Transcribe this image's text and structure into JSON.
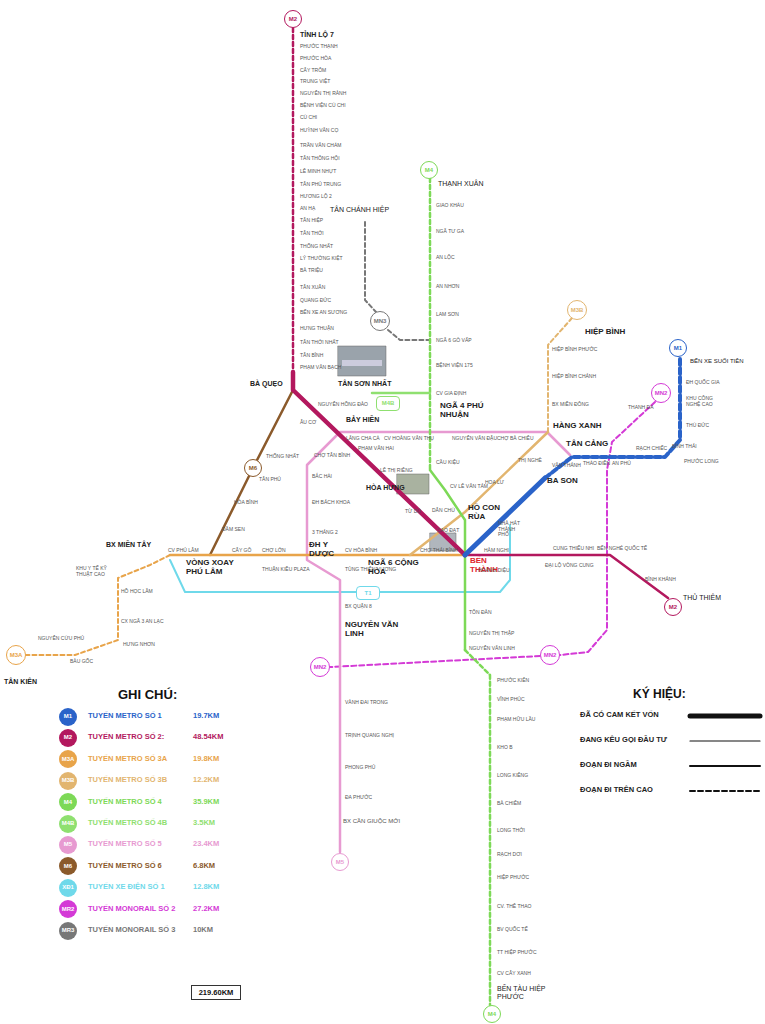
{
  "diagram": {
    "nodes": [
      {
        "text": [
          "M2"
        ]
      },
      {
        "text": [
          "M4"
        ]
      },
      {
        "text": [
          "MN3"
        ]
      },
      {
        "text": [
          "M3B"
        ]
      },
      {
        "text": [
          "M1"
        ]
      },
      {
        "text": [
          "MN2"
        ]
      },
      {
        "text": [
          "M4B"
        ]
      },
      {
        "text": [
          "M6"
        ]
      },
      {
        "text": [
          "T1"
        ]
      },
      {
        "text": [
          "MN2"
        ]
      },
      {
        "text": [
          "MN2"
        ]
      },
      {
        "text": [
          "M2"
        ]
      },
      {
        "text": [
          "M3A"
        ]
      },
      {
        "text": [
          "M5"
        ]
      },
      {
        "text": [
          "M4"
        ]
      },
      {
        "text": [
          "219.60KM"
        ]
      }
    ],
    "labels": [
      "TỈNH LỘ 7",
      "PHƯỚC THẠNH",
      "PHƯỚC HÒA",
      "CÂY TRÔM",
      "TRUNG VIỆT",
      "NGUYỄN THỊ RÀNH",
      "BỆNH VIỆN CỦ CHI",
      "CỦ CHI",
      "HUỲNH VĂN CỌ",
      "TRẦN VĂN CHẨM",
      "TÂN THÔNG HỘI",
      "LÊ MINH NHỰT",
      "TÂN PHÚ TRUNG",
      "HƯƠNG LỘ 2",
      "AN HẠ",
      "TÂN HIỆP",
      "TÂN THỚI",
      "THỐNG NHẤT",
      "LÝ THƯỜNG KIỆT",
      "BÀ TRIỆU",
      "TÂN XUÂN",
      "QUANG ĐỨC",
      "BẾN XE AN SƯƠNG",
      "HƯNG THUẬN",
      "TÂN THỚI NHẤT",
      "TÂN BÌNH",
      "PHẠM VĂN BẠCH",
      "BÀ QUẸO",
      "TÂN SƠN NHẤT",
      "NGUYỄN HỒNG ĐÀO",
      "ÂU CƠ",
      "BẢY HIỀN",
      "PHẠM VĂN HAI",
      "LÊ THỊ RIÊNG",
      "HÒA HƯNG",
      "DÂN CHỦ",
      "CAO ĐẠT",
      "BẾN THÀNH",
      "HÀM NGHI",
      "NHÀ HÁT THÀNH PHỐ",
      "HOÀNG DIỆU",
      "CUNG THIẾU NHI",
      "BẾN NGHÉ QUỐC TẾ",
      "ĐẠI LỘ VÒNG CUNG",
      "BÌNH KHÁNH",
      "THỦ THIÊM",
      "THẠNH XUÂN",
      "GIAO KHẨU",
      "NGÃ TƯ GA",
      "AN LỘC",
      "AN NHƠN",
      "LAM SƠN",
      "NGÃ 6 GÒ VẤP",
      "BỆNH VIỆN 175",
      "CV GIA ĐỊNH",
      "NGÃ 4 PHÚ NHUẬN",
      "NGUYỄN VĂN ĐẬU",
      "CHỢ BÀ CHIỂU",
      "CẦU KIỆU",
      "CV LÊ VĂN TÁM",
      "HỒ CON RÙA",
      "TÔN ĐÀN",
      "NGUYỄN THỊ THẬP",
      "NGUYỄN VĂN LINH",
      "PHƯỚC KIỂN",
      "VĨNH PHÚC",
      "PHẠM HỮU LẦU",
      "KHO B",
      "LONG KIỂNG",
      "BÀ CHIÊM",
      "LONG THỚI",
      "RẠCH DƠI",
      "HIỆP PHƯỚC",
      "CV. THỂ THAO",
      "BV QUỐC TẾ",
      "TT HIỆP PHƯỚC",
      "CV CÂY XANH",
      "BẾN TÀU HIỆP PHƯỚC",
      "LĂNG CHA CẢ",
      "CV HOÀNG VĂN THỤ",
      "HÀNG XANH",
      "CHỢ TÂN BÌNH",
      "BẮC HẢI",
      "ĐH BÁCH KHOA",
      "3 THÁNG 2",
      "ĐH Y DƯỢC",
      "TÙNG THIỆN VƯƠNG",
      "BX QUẬN 8",
      "NGUYỄN VĂN LINH",
      "VÀNH ĐAI TRONG",
      "TRỊNH QUANG NGHỊ",
      "PHONG PHÚ",
      "ĐA PHƯỚC",
      "BX CẦN GIUỘC MỚI",
      "HIỆP BÌNH",
      "HIỆP BÌNH PHƯỚC",
      "HIỆP BÌNH CHÁNH",
      "BX MIỀN ĐÔNG",
      "THỊ NGHÈ",
      "HOA LƯ",
      "TỪ DŨ",
      "CHỢ THÁI BÌNH",
      "NGÃ 6 CỘNG HÒA",
      "CV HÒA BÌNH",
      "THUẬN KIỀU PLAZA",
      "CHỢ LỚN",
      "CÂY GÕ",
      "VÒNG XOAY PHÚ LÂM",
      "CV PHÚ LÂM",
      "BX MIỀN TÂY",
      "KHU Y TẾ KỸ THUẬT CAO",
      "HỒ HỌC LÃM",
      "CX NGÃ 3 AN LẠC",
      "HƯNG NHƠN",
      "BÀU GỐC",
      "NGUYỄN CỬU PHÚ",
      "TÂN KIÊN",
      "THỐNG NHẤT",
      "TÂN PHÚ",
      "HÒA BÌNH",
      "ĐẦM SEN",
      "BA SON",
      "VĂN THÁNH",
      "TÂN CẢNG",
      "THẢO ĐIỀN",
      "AN PHÚ",
      "RẠCH CHIẾC",
      "BÌNH THÁI",
      "PHƯỚC LONG",
      "THỦ ĐỨC",
      "KHU CÔNG NGHỆ CAO",
      "ĐH QUỐC GIA",
      "BẾN XE SUỐI TIÊN",
      "THANH ĐA",
      "TÂN CHÁNH HIỆP",
      "GHI CHÚ:",
      "M1",
      "M2",
      "M3A",
      "M3B",
      "M4",
      "M4B",
      "M5",
      "M6",
      "XĐ1",
      "MR2",
      "MR3",
      "19.7KM",
      "48.54KM",
      "19.8KM",
      "12.2KM",
      "35.9KM",
      "3.5KM",
      "23.4KM",
      "6.8KM",
      "12.8KM",
      "27.2KM",
      "10KM",
      "KÝ HIỆU:"
    ],
    "legend": [
      {
        "text": "TUYẾN METRO SỐ 1",
        "color": "#2a63c9"
      },
      {
        "text": "TUYẾN METRO SỐ 2:",
        "color": "#b3185e"
      },
      {
        "text": "TUYẾN METRO SỐ 3A",
        "color": "#e8a44a"
      },
      {
        "text": "TUYẾN METRO SỐ 3B",
        "color": "#e2b56f"
      },
      {
        "text": "TUYẾN METRO SỐ 4",
        "color": "#7dd957"
      },
      {
        "text": "TUYẾN METRO SỐ 4B",
        "color": "#8fe070"
      },
      {
        "text": "TUYẾN METRO SỐ 5",
        "color": "#e79ad1"
      },
      {
        "text": "TUYẾN METRO SỐ 6",
        "color": "#8b5a2b"
      },
      {
        "text": "TUYẾN XE ĐIỆN SỐ 1",
        "color": "#6fd9ea"
      },
      {
        "text": "TUYẾN MONORAIL SỐ 2",
        "color": "#d43ad6"
      },
      {
        "text": "TUYẾN MONORAIL SỐ 3",
        "color": "#777777"
      },
      {
        "text": "ĐÃ CÓ CAM KẾT VỐN"
      },
      {
        "text": "ĐANG KÊU GỌI ĐẦU TƯ"
      },
      {
        "text": "ĐOẠN ĐI NGẦM"
      },
      {
        "text": "ĐOẠN ĐI TRÊN CAO"
      }
    ]
  }
}
